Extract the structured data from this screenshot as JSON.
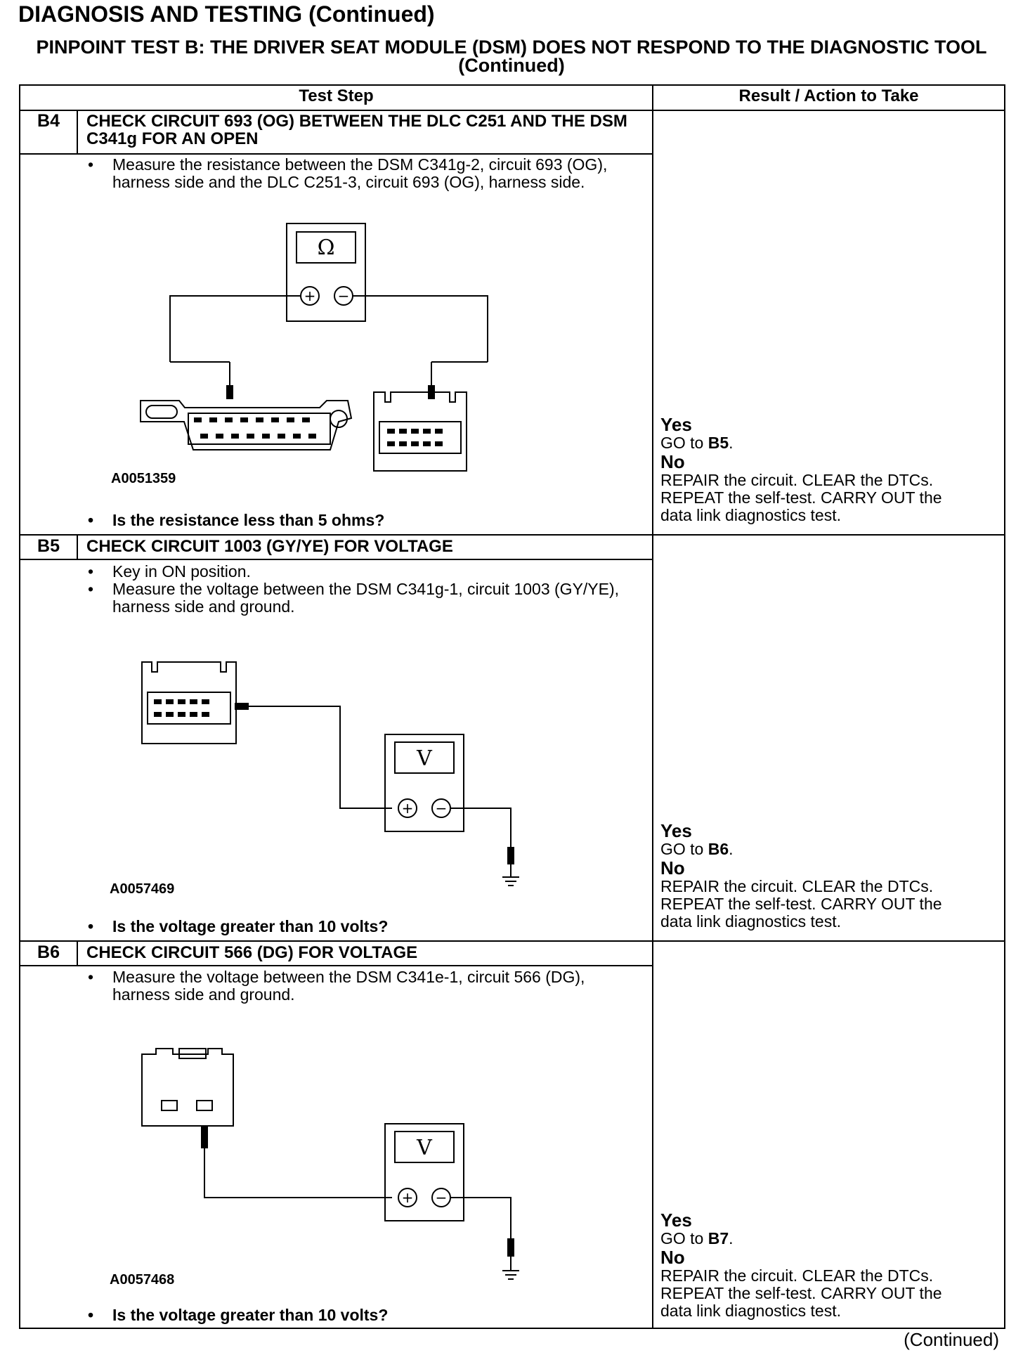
{
  "page_title": "DIAGNOSIS AND TESTING (Continued)",
  "test_title": "PINPOINT TEST B: THE DRIVER SEAT MODULE (DSM) DOES NOT RESPOND TO THE DIAGNOSTIC TOOL (Continued)",
  "table": {
    "col_test_step": "Test Step",
    "col_result": "Result / Action to Take"
  },
  "steps": [
    {
      "id": "B4",
      "heading": "CHECK CIRCUIT 693 (OG) BETWEEN THE DLC C251 AND THE DSM C341g FOR AN OPEN",
      "bullets": [
        "Measure the resistance between the DSM C341g-2, circuit 693 (OG), harness side and the DLC C251-3, circuit 693 (OG), harness side."
      ],
      "meter_symbol": "Ω",
      "figure_id": "A0051359",
      "question": "Is the resistance less than 5 ohms?",
      "yes_label": "Yes",
      "yes_text_pre": "GO to ",
      "yes_target": "B5",
      "yes_text_post": ".",
      "no_label": "No",
      "no_lines": [
        "REPAIR the circuit. CLEAR the DTCs.",
        "REPEAT the self-test. CARRY OUT the",
        "data link diagnostics test."
      ]
    },
    {
      "id": "B5",
      "heading": "CHECK CIRCUIT 1003 (GY/YE) FOR VOLTAGE",
      "bullets": [
        "Key in ON position.",
        "Measure the voltage between the DSM C341g-1, circuit 1003 (GY/YE), harness side and ground."
      ],
      "meter_symbol": "V",
      "figure_id": "A0057469",
      "question": "Is the voltage greater than 10 volts?",
      "yes_label": "Yes",
      "yes_text_pre": "GO to ",
      "yes_target": "B6",
      "yes_text_post": ".",
      "no_label": "No",
      "no_lines": [
        "REPAIR the circuit. CLEAR the DTCs.",
        "REPEAT the self-test. CARRY OUT the",
        "data link diagnostics test."
      ]
    },
    {
      "id": "B6",
      "heading": "CHECK CIRCUIT 566 (DG) FOR VOLTAGE",
      "bullets": [
        "Measure the voltage between the DSM C341e-1, circuit 566 (DG), harness side and ground."
      ],
      "meter_symbol": "V",
      "figure_id": "A0057468",
      "question": "Is the voltage greater than 10 volts?",
      "yes_label": "Yes",
      "yes_text_pre": "GO to ",
      "yes_target": "B7",
      "yes_text_post": ".",
      "no_label": "No",
      "no_lines": [
        "REPAIR the circuit. CLEAR the DTCs.",
        "REPEAT the self-test. CARRY OUT the",
        "data link diagnostics test."
      ]
    }
  ],
  "meter_plus": "+",
  "meter_minus": "−",
  "footer": "(Continued)"
}
